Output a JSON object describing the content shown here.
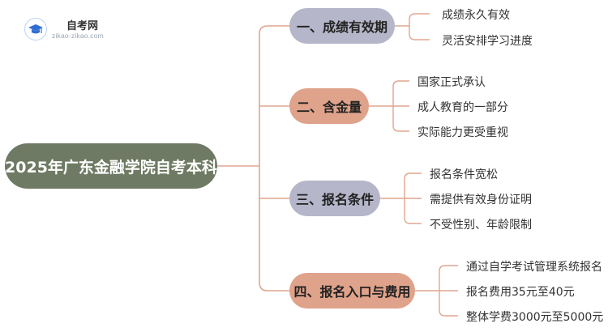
{
  "logo": {
    "name": "自考网",
    "url": "zikao-zikao.com"
  },
  "colors": {
    "root_fill": "#6e7a63",
    "branch1_fill": "#b5b6c9",
    "branch2_fill": "#dfa28a",
    "branch3_fill": "#b5b6c9",
    "branch4_fill": "#dfa28a",
    "connector": "#e0a68f",
    "logo_accent": "#2f6fd3"
  },
  "mindmap": {
    "root": "2025年广东金融学院自考本科",
    "branches": [
      {
        "label": "一、成绩有效期",
        "leaves": [
          "成绩永久有效",
          "灵活安排学习进度"
        ]
      },
      {
        "label": "二、含金量",
        "leaves": [
          "国家正式承认",
          "成人教育的一部分",
          "实际能力更受重视"
        ]
      },
      {
        "label": "三、报名条件",
        "leaves": [
          "报名条件宽松",
          "需提供有效身份证明",
          "不受性别、年龄限制"
        ]
      },
      {
        "label": "四、报名入口与费用",
        "leaves": [
          "通过自学考试管理系统报名",
          "报名费用35元至40元",
          "整体学费3000元至5000元"
        ]
      }
    ]
  }
}
